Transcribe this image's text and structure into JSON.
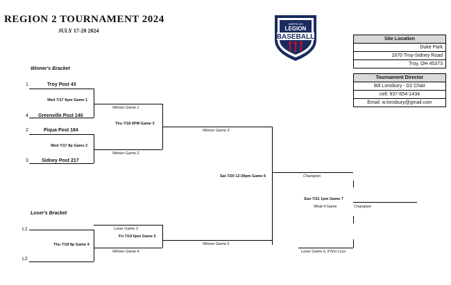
{
  "header": {
    "title": "REGION 2 TOURNAMENT  2024",
    "dates": "JULY 17-20 2024"
  },
  "logo": {
    "top_text": "AMERICAN",
    "mid_text": "LEGION",
    "main_text": "BASEBALL",
    "colors": {
      "navy": "#1a2b5f",
      "red": "#c8102e"
    }
  },
  "site": {
    "heading": "Site Location",
    "lines": [
      "Duke Park",
      "1670 Troy-Sidney Road",
      "Troy, OH 45373"
    ]
  },
  "director": {
    "heading": "Tournament Director",
    "lines": [
      "Bill Lonsbury - D2 Chair",
      "cell: 937-654-1434",
      "Email: w.lonsbury@gmail.com"
    ]
  },
  "winners": {
    "heading": "Winner's Bracket",
    "seeds": [
      "1",
      "4",
      "2",
      "3"
    ],
    "teams": [
      "Troy Post 43",
      "Greenville Post 140",
      "Piqua Post 184",
      "Sidney Post 217"
    ],
    "games": {
      "g1": "Wed 7/17 6pm Game 1",
      "g2": "Wed 7/17  8p Game 2",
      "g3": "Thu 7/18  6PM  Game 3",
      "g6": "Sat 7/20 12:30pm Game 6",
      "g7": "Sun 7/21 1pm Game 7",
      "what_if": "What if Game"
    },
    "labels": {
      "wg1": "Winner Game 1",
      "wg2": "Winner Game 2",
      "wg3": "Winner Game 3",
      "champion1": "Champion",
      "champion2": "Champion"
    }
  },
  "losers": {
    "heading": "Loser's Bracket",
    "seeds": [
      "L1",
      "L2"
    ],
    "games": {
      "g4": "Thu 7/18 8p Game 4",
      "g5": "Fri 7/19 6pm Game 5"
    },
    "labels": {
      "lg3": "Loser Game 3",
      "wg4": "Winner Game 4",
      "wg5": "Winner Game 5",
      "lg6": "Loser Game 6, if first Loss"
    }
  }
}
